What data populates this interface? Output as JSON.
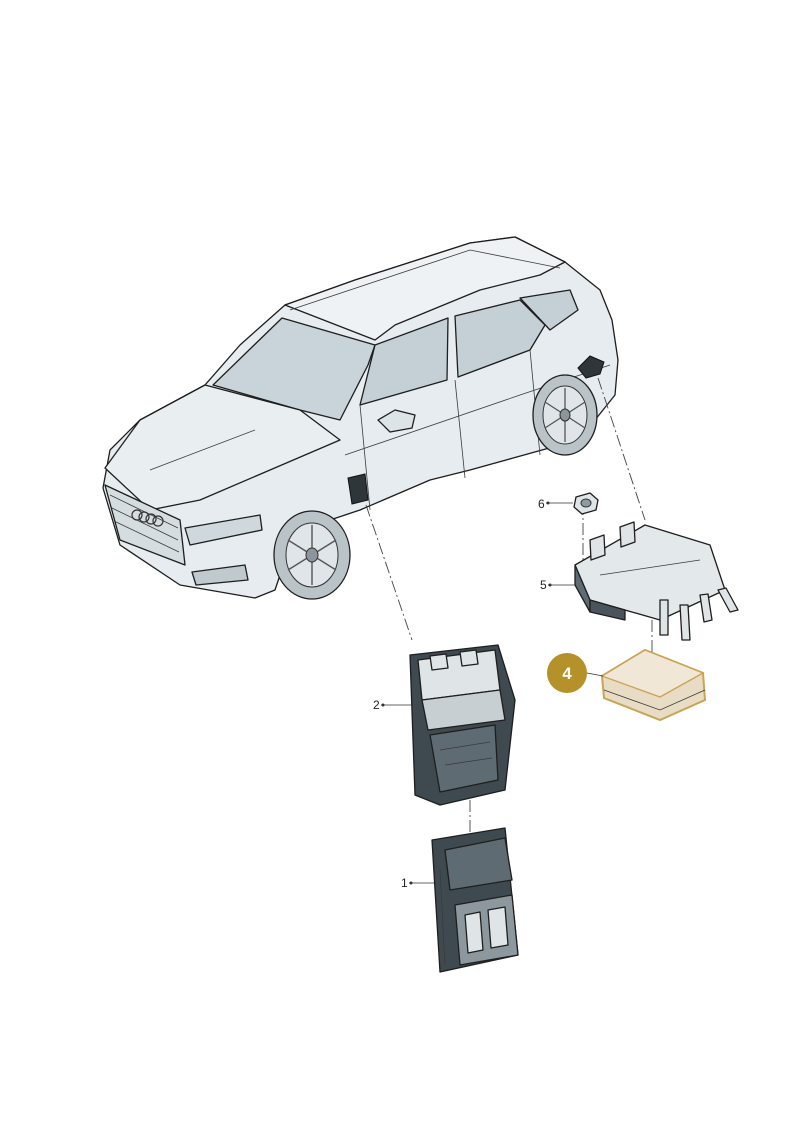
{
  "callouts": [
    {
      "id": "1",
      "label": "1"
    },
    {
      "id": "2",
      "label": "2"
    },
    {
      "id": "4",
      "label": "4",
      "highlighted": true
    },
    {
      "id": "5",
      "label": "5"
    },
    {
      "id": "6",
      "label": "6"
    }
  ],
  "colors": {
    "car_body": "#e3e9ec",
    "car_glass": "#c6d2d8",
    "part_dark": "#3f4a50",
    "part_mid": "#5f6b72",
    "part_light": "#dfe4e7",
    "highlight_fill": "#b5912a",
    "highlight_part": "#e9dcc4",
    "highlight_edge": "#c9a455"
  }
}
